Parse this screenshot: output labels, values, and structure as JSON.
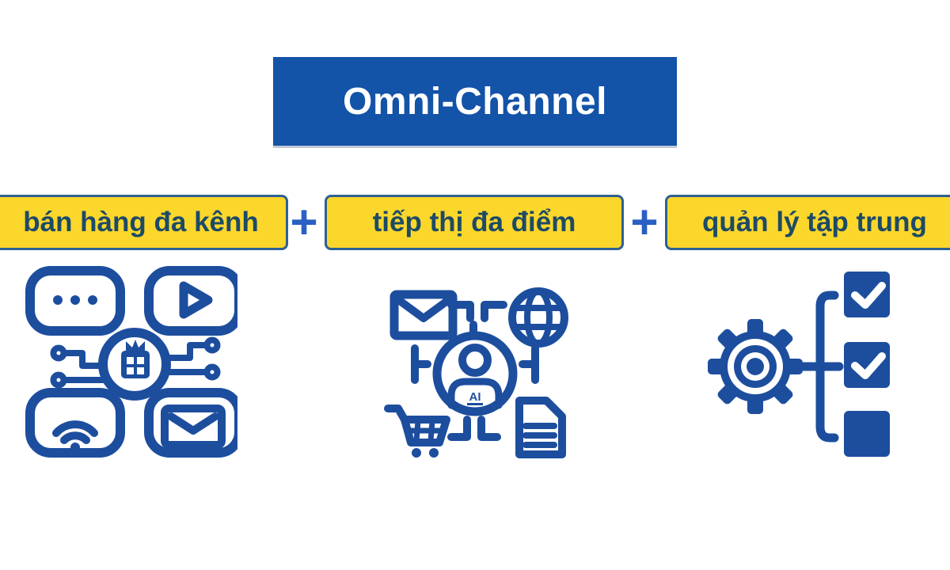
{
  "header": {
    "title": "Omni-Channel"
  },
  "labels": {
    "separator": "+",
    "items": [
      {
        "text": "bán hàng đa kênh"
      },
      {
        "text": "tiếp thị đa điểm"
      },
      {
        "text": "quản lý tập trung"
      }
    ]
  },
  "icons": {
    "channels": {
      "name": "multi-channel-sales-icon"
    },
    "ai": {
      "name": "ai-marketing-icon",
      "label": "AI"
    },
    "management": {
      "name": "centralized-management-icon"
    }
  },
  "colors": {
    "header_bg": "#1353a8",
    "header_text": "#ffffff",
    "label_bg": "#fcd72b",
    "label_border": "#2e6093",
    "label_text": "#1d4a66",
    "plus": "#2a5fc4",
    "icon_blue": "#1d4e9e",
    "background": "#ffffff"
  }
}
